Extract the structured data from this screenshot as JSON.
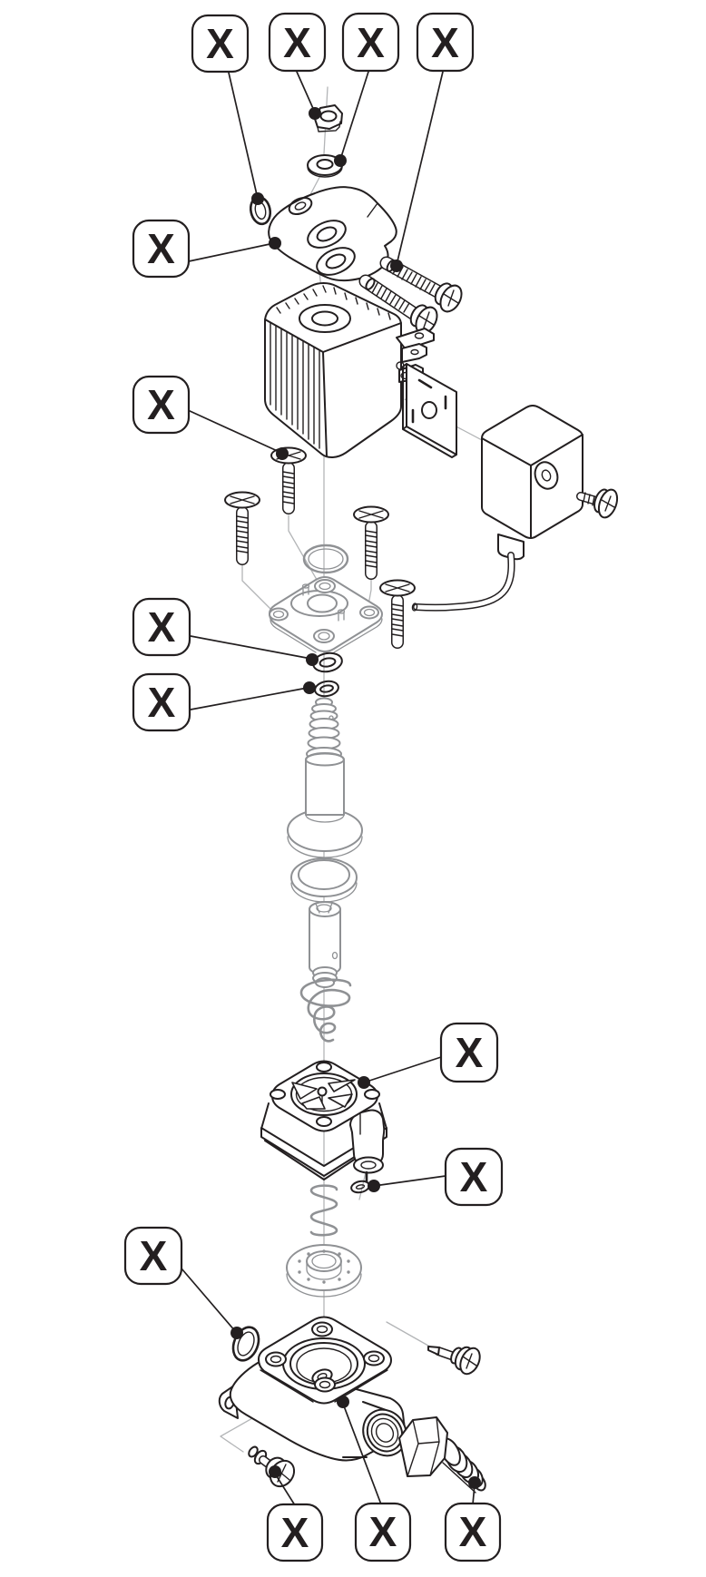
{
  "diagram": {
    "kind": "exploded-parts-diagram",
    "background": "#ffffff"
  },
  "colors": {
    "line_primary": "#231f20",
    "line_secondary": "#8f9194",
    "construction": "#b3b5b7",
    "callout_fill": "#ffffff",
    "callout_text": "#231f20"
  },
  "callouts": [
    {
      "id": "small-oring-top",
      "label": "X"
    },
    {
      "id": "hex-nut",
      "label": "X"
    },
    {
      "id": "washer",
      "label": "X"
    },
    {
      "id": "bracket-screws",
      "label": "X"
    },
    {
      "id": "mounting-bracket",
      "label": "X"
    },
    {
      "id": "cover-screw",
      "label": "X"
    },
    {
      "id": "stem-oring-upper",
      "label": "X"
    },
    {
      "id": "stem-oring-lower",
      "label": "X"
    },
    {
      "id": "valve-bonnet",
      "label": "X"
    },
    {
      "id": "outlet-oring",
      "label": "X"
    },
    {
      "id": "body-oring",
      "label": "X"
    },
    {
      "id": "inlet-screw",
      "label": "X"
    },
    {
      "id": "valve-body",
      "label": "X"
    },
    {
      "id": "hose-barb",
      "label": "X"
    }
  ]
}
